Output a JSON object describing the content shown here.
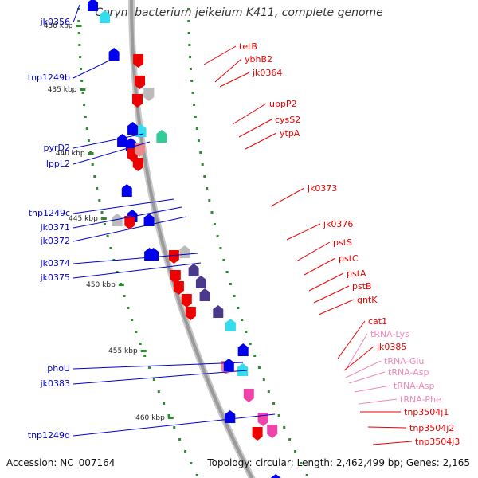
{
  "title": "Corynebacterium jeikeium K411, complete genome",
  "footer": {
    "accession": "Accession: NC_007164",
    "summary": "Topology: circular; Length: 2,462,499 bp; Genes: 2,165"
  },
  "colors": {
    "backbone": "#9a9a9a",
    "scale_dots": "#2e8b2e",
    "label_blue": "#0000cc",
    "label_red": "#ee0000",
    "label_pink": "#ee88bb",
    "feature_red": "#ee0000",
    "feature_blue": "#0000ee",
    "feature_purple": "#4b3a8c",
    "feature_cyan": "#33ddee",
    "feature_gray": "#bbbbbb",
    "feature_salmon": "#ee8888",
    "feature_green": "#33cc99",
    "feature_pink": "#ee44aa"
  },
  "scale_ticks": [
    "430 kbp",
    "435 kbp",
    "440 kbp",
    "445 kbp",
    "450 kbp",
    "455 kbp",
    "460 kbp"
  ],
  "left_labels": [
    "jk0356",
    "tnp1249b",
    "pyrD2",
    "lppL2",
    "tnp1249c",
    "jk0371",
    "jk0372",
    "jk0374",
    "jk0375",
    "phoU",
    "jk0383",
    "tnp1249d"
  ],
  "right_labels": [
    {
      "text": "tetB",
      "style": "red"
    },
    {
      "text": "ybhB2",
      "style": "red"
    },
    {
      "text": "jk0364",
      "style": "red"
    },
    {
      "text": "uppP2",
      "style": "red"
    },
    {
      "text": "cysS2",
      "style": "red"
    },
    {
      "text": "ytpA",
      "style": "red"
    },
    {
      "text": "jk0373",
      "style": "red"
    },
    {
      "text": "jk0376",
      "style": "red"
    },
    {
      "text": "pstS",
      "style": "red"
    },
    {
      "text": "pstC",
      "style": "red"
    },
    {
      "text": "pstA",
      "style": "red"
    },
    {
      "text": "pstB",
      "style": "red"
    },
    {
      "text": "gntK",
      "style": "red"
    },
    {
      "text": "cat1",
      "style": "red"
    },
    {
      "text": "tRNA-Lys",
      "style": "pink"
    },
    {
      "text": "jk0385",
      "style": "red"
    },
    {
      "text": "tRNA-Glu",
      "style": "pink"
    },
    {
      "text": "tRNA-Asp",
      "style": "pink"
    },
    {
      "text": "tRNA-Asp",
      "style": "pink"
    },
    {
      "text": "tRNA-Phe",
      "style": "pink"
    },
    {
      "text": "tnp3504j1",
      "style": "red"
    },
    {
      "text": "tnp3504j2",
      "style": "red"
    },
    {
      "text": "tnp3504j3",
      "style": "red"
    }
  ],
  "features": [
    {
      "kind": "blue",
      "strand": "fwd"
    },
    {
      "kind": "cyan",
      "strand": "fwd"
    },
    {
      "kind": "blue",
      "strand": "fwd"
    },
    {
      "kind": "red",
      "strand": "rev"
    },
    {
      "kind": "red",
      "strand": "rev"
    },
    {
      "kind": "gray",
      "strand": "rev"
    },
    {
      "kind": "red",
      "strand": "rev"
    },
    {
      "kind": "cyan",
      "strand": "fwd"
    },
    {
      "kind": "blue",
      "strand": "fwd"
    },
    {
      "kind": "blue",
      "strand": "fwd"
    },
    {
      "kind": "blue",
      "strand": "fwd"
    },
    {
      "kind": "green",
      "strand": "fwd"
    },
    {
      "kind": "red",
      "strand": "rev"
    },
    {
      "kind": "salmon",
      "strand": "rev"
    },
    {
      "kind": "red",
      "strand": "rev"
    },
    {
      "kind": "blue",
      "strand": "fwd"
    },
    {
      "kind": "gray",
      "strand": "fwd"
    },
    {
      "kind": "blue",
      "strand": "fwd"
    },
    {
      "kind": "blue",
      "strand": "fwd"
    },
    {
      "kind": "red",
      "strand": "rev"
    },
    {
      "kind": "blue",
      "strand": "fwd"
    },
    {
      "kind": "blue",
      "strand": "fwd"
    },
    {
      "kind": "red",
      "strand": "rev"
    },
    {
      "kind": "gray",
      "strand": "fwd"
    },
    {
      "kind": "red",
      "strand": "rev"
    },
    {
      "kind": "purple",
      "strand": "fwd"
    },
    {
      "kind": "red",
      "strand": "rev"
    },
    {
      "kind": "purple",
      "strand": "fwd"
    },
    {
      "kind": "red",
      "strand": "rev"
    },
    {
      "kind": "purple",
      "strand": "fwd"
    },
    {
      "kind": "red",
      "strand": "rev"
    },
    {
      "kind": "cyan",
      "strand": "fwd"
    },
    {
      "kind": "purple",
      "strand": "fwd"
    },
    {
      "kind": "blue",
      "strand": "fwd"
    },
    {
      "kind": "salmon",
      "strand": "rev"
    },
    {
      "kind": "blue",
      "strand": "fwd"
    },
    {
      "kind": "cyan",
      "strand": "fwd"
    },
    {
      "kind": "pink",
      "strand": "rev"
    },
    {
      "kind": "blue",
      "strand": "fwd"
    },
    {
      "kind": "pink",
      "strand": "rev"
    },
    {
      "kind": "red",
      "strand": "rev"
    },
    {
      "kind": "pink",
      "strand": "rev"
    },
    {
      "kind": "blue",
      "strand": "fwd"
    }
  ]
}
